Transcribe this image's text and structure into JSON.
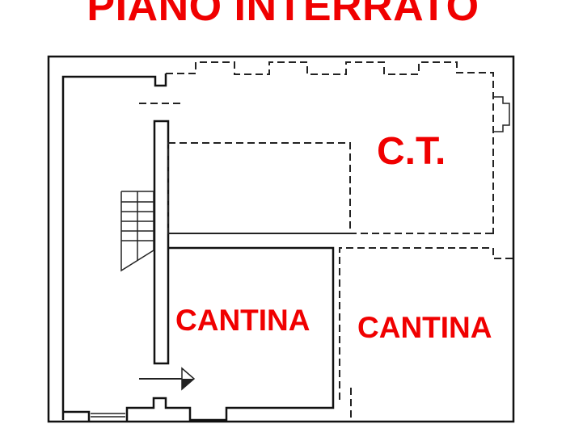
{
  "title": "PIANO INTERRATO",
  "rooms": {
    "boiler_room": "C.T.",
    "cellar_left": "CANTINA",
    "cellar_right": "CANTINA"
  },
  "colors": {
    "label": "#f00000",
    "lines": "#111111"
  }
}
